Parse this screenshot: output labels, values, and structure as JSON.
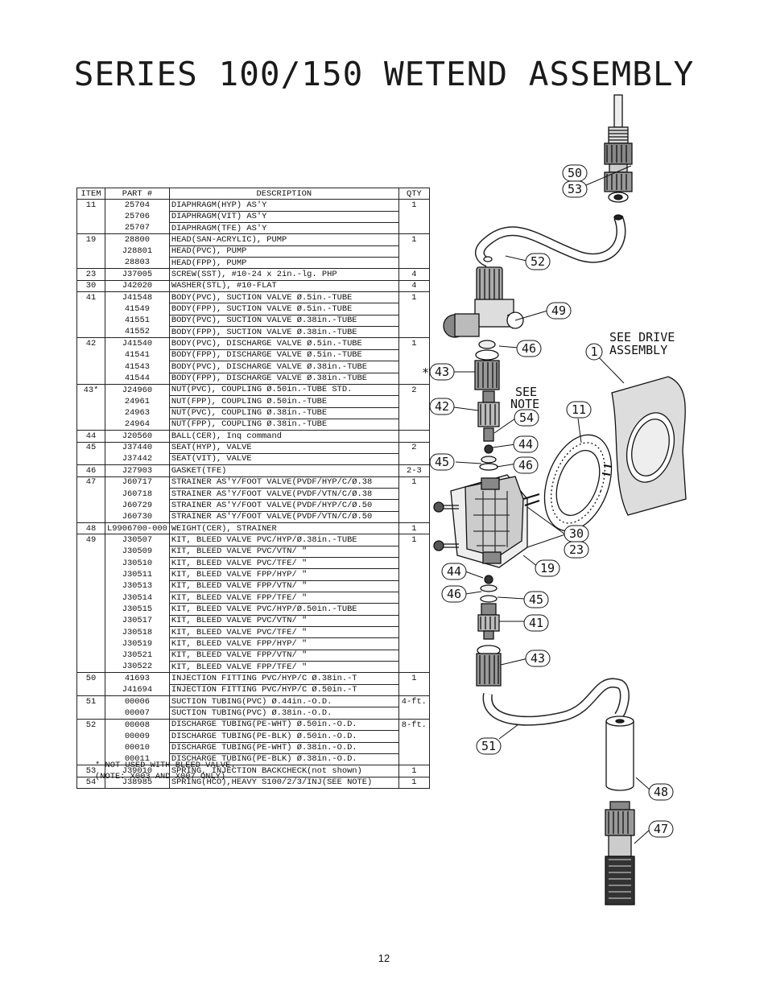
{
  "title": "SERIES 100/150 WETEND ASSEMBLY",
  "table": {
    "headers": [
      "ITEM",
      "PART #",
      "DESCRIPTION",
      "QTY"
    ],
    "rows": [
      {
        "item": "11",
        "part": "25704",
        "desc": "DIAPHRAGM(HYP) AS'Y",
        "qty": "1"
      },
      {
        "item": "",
        "part": "25706",
        "desc": "DIAPHRAGM(VIT) AS'Y",
        "qty": ""
      },
      {
        "item": "",
        "part": "25707",
        "desc": "DIAPHRAGM(TFE) AS'Y",
        "qty": ""
      },
      {
        "item": "19",
        "part": "28800",
        "desc": "HEAD(SAN-ACRYLIC), PUMP",
        "qty": "1"
      },
      {
        "item": "",
        "part": "J28801",
        "desc": "HEAD(PVC), PUMP",
        "qty": ""
      },
      {
        "item": "",
        "part": "28803",
        "desc": "HEAD(FPP), PUMP",
        "qty": ""
      },
      {
        "item": "23",
        "part": "J37005",
        "desc": "SCREW(SST), #10-24 x 2in.-lg. PHP",
        "qty": "4"
      },
      {
        "item": "30",
        "part": "J42020",
        "desc": "WASHER(STL), #10-FLAT",
        "qty": "4"
      },
      {
        "item": "41",
        "part": "J41548",
        "desc": "BODY(PVC), SUCTION VALVE Ø.5in.-TUBE",
        "qty": "1"
      },
      {
        "item": "",
        "part": "41549",
        "desc": "BODY(FPP), SUCTION VALVE Ø.5in.-TUBE",
        "qty": ""
      },
      {
        "item": "",
        "part": "41551",
        "desc": "BODY(PVC), SUCTION VALVE Ø.38in.-TUBE",
        "qty": ""
      },
      {
        "item": "",
        "part": "41552",
        "desc": "BODY(FPP), SUCTION VALVE Ø.38in.-TUBE",
        "qty": ""
      },
      {
        "item": "42",
        "part": "J41540",
        "desc": "BODY(PVC), DISCHARGE VALVE Ø.5in.-TUBE",
        "qty": "1"
      },
      {
        "item": "",
        "part": "41541",
        "desc": "BODY(FPP), DISCHARGE VALVE Ø.5in.-TUBE",
        "qty": ""
      },
      {
        "item": "",
        "part": "41543",
        "desc": "BODY(PVC), DISCHARGE VALVE Ø.38in.-TUBE",
        "qty": ""
      },
      {
        "item": "",
        "part": "41544",
        "desc": "BODY(FPP), DISCHARGE VALVE Ø.38in.-TUBE",
        "qty": ""
      },
      {
        "item": "43*",
        "part": "J24960",
        "desc": "NUT(PVC), COUPLING Ø.50in.-TUBE STD.",
        "qty": "2"
      },
      {
        "item": "",
        "part": "24961",
        "desc": "NUT(FPP), COUPLING Ø.50in.-TUBE",
        "qty": ""
      },
      {
        "item": "",
        "part": "24963",
        "desc": "NUT(PVC), COUPLING Ø.38in.-TUBE",
        "qty": ""
      },
      {
        "item": "",
        "part": "24964",
        "desc": "NUT(FPP), COUPLING Ø.38in.-TUBE",
        "qty": ""
      },
      {
        "item": "44",
        "part": "J20560",
        "desc": "BALL(CER), Inq command",
        "qty": ""
      },
      {
        "item": "45",
        "part": "J37440",
        "desc": "SEAT(HYP), VALVE",
        "qty": "2"
      },
      {
        "item": "",
        "part": "J37442",
        "desc": "SEAT(VIT), VALVE",
        "qty": ""
      },
      {
        "item": "46",
        "part": "J27903",
        "desc": "GASKET(TFE)",
        "qty": "2-3"
      },
      {
        "item": "47",
        "part": "J60717",
        "desc": "STRAINER AS'Y/FOOT VALVE(PVDF/HYP/C/Ø.38",
        "qty": "1"
      },
      {
        "item": "",
        "part": "J60718",
        "desc": "STRAINER AS'Y/FOOT VALVE(PVDF/VTN/C/Ø.38",
        "qty": ""
      },
      {
        "item": "",
        "part": "J60729",
        "desc": "STRAINER AS'Y/FOOT VALVE(PVDF/HYP/C/Ø.50",
        "qty": ""
      },
      {
        "item": "",
        "part": "J60730",
        "desc": "STRAINER AS'Y/FOOT VALVE(PVDF/VTN/C/Ø.50",
        "qty": ""
      },
      {
        "item": "48",
        "part": "L9906700-000",
        "desc": "WEIGHT(CER), STRAINER",
        "qty": "1"
      },
      {
        "item": "49",
        "part": "J30507",
        "desc": "KIT, BLEED VALVE PVC/HYP/Ø.38in.-TUBE",
        "qty": "1"
      },
      {
        "item": "",
        "part": "J30509",
        "desc": "KIT, BLEED VALVE PVC/VTN/    \"",
        "qty": ""
      },
      {
        "item": "",
        "part": "J30510",
        "desc": "KIT, BLEED VALVE PVC/TFE/    \"",
        "qty": ""
      },
      {
        "item": "",
        "part": "J30511",
        "desc": "KIT, BLEED VALVE FPP/HYP/    \"",
        "qty": ""
      },
      {
        "item": "",
        "part": "J30513",
        "desc": "KIT, BLEED VALVE FPP/VTN/    \"",
        "qty": ""
      },
      {
        "item": "",
        "part": "J30514",
        "desc": "KIT, BLEED VALVE FPP/TFE/    \"",
        "qty": ""
      },
      {
        "item": "",
        "part": "J30515",
        "desc": "KIT, BLEED VALVE PVC/HYP/Ø.50in.-TUBE",
        "qty": ""
      },
      {
        "item": "",
        "part": "J30517",
        "desc": "KIT, BLEED VALVE PVC/VTN/    \"",
        "qty": ""
      },
      {
        "item": "",
        "part": "J30518",
        "desc": "KIT, BLEED VALVE PVC/TFE/    \"",
        "qty": ""
      },
      {
        "item": "",
        "part": "J30519",
        "desc": "KIT, BLEED VALVE FPP/HYP/    \"",
        "qty": ""
      },
      {
        "item": "",
        "part": "J30521",
        "desc": "KIT, BLEED VALVE FPP/VTN/    \"",
        "qty": ""
      },
      {
        "item": "",
        "part": "J30522",
        "desc": "KIT, BLEED VALVE FPP/TFE/    \"",
        "qty": ""
      },
      {
        "item": "50",
        "part": "41693",
        "desc": "INJECTION FITTING PVC/HYP/C Ø.38in.-T",
        "qty": "1"
      },
      {
        "item": "",
        "part": "J41694",
        "desc": "INJECTION FITTING PVC/HYP/C Ø.50in.-T",
        "qty": ""
      },
      {
        "item": "51",
        "part": "00006",
        "desc": "SUCTION TUBING(PVC) Ø.44in.-O.D.",
        "qty": "4-ft."
      },
      {
        "item": "",
        "part": "00007",
        "desc": "SUCTION TUBING(PVC) Ø.38in.-O.D.",
        "qty": ""
      },
      {
        "item": "52",
        "part": "00008",
        "desc": "DISCHARGE TUBING(PE-WHT) Ø.50in.-O.D.",
        "qty": "8-ft."
      },
      {
        "item": "",
        "part": "00009",
        "desc": "DISCHARGE TUBING(PE-BLK) Ø.50in.-O.D.",
        "qty": ""
      },
      {
        "item": "",
        "part": "00010",
        "desc": "DISCHARGE TUBING(PE-WHT) Ø.38in.-O.D.",
        "qty": ""
      },
      {
        "item": "",
        "part": "00011",
        "desc": "DISCHARGE TUBING(PE-BLK) Ø.38in.-O.D.",
        "qty": ""
      },
      {
        "item": "53",
        "part": "J39010",
        "desc": "SPRING, INJECTION BACKCHECK(not shown)",
        "qty": "1"
      },
      {
        "item": "54",
        "part": "J38985",
        "desc": "SPRING(HCO),HEAVY S100/2/3/INJ(SEE NOTE)",
        "qty": "1"
      }
    ]
  },
  "notes": {
    "line1": "* NOT USED WITH BLEED VALVE.",
    "line2": "(NOTE: X003 AND X007 ONLY)"
  },
  "diagram": {
    "see_drive": "SEE DRIVE",
    "assembly": "ASSEMBLY",
    "see": "SEE",
    "note": "NOTE",
    "star": "*",
    "callouts": [
      "50",
      "53",
      "52",
      "49",
      "46",
      "1",
      "43",
      "42",
      "54",
      "11",
      "44",
      "45",
      "46",
      "30",
      "23",
      "19",
      "44",
      "46",
      "45",
      "41",
      "43",
      "51",
      "48",
      "47"
    ]
  },
  "page_number": "12"
}
